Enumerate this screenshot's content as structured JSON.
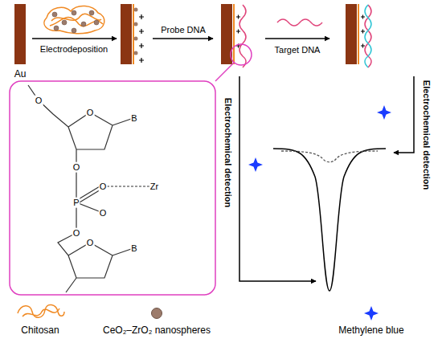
{
  "diagram": {
    "labels": [
      "Au",
      "Electrodeposition",
      "Probe DNA",
      "Target DNA",
      "Electrochemical detection",
      "Electrochemical detection",
      "O",
      "O",
      "B",
      "O",
      "O",
      "Zr",
      "P",
      "O",
      "O",
      "O",
      "B"
    ],
    "legend": [
      {
        "text": "Chitosan"
      },
      {
        "text": "CeO₂–ZrO₂ nanospheres",
        "color": "#9c7b6b"
      },
      {
        "text": "Methylene blue"
      }
    ]
  }
}
